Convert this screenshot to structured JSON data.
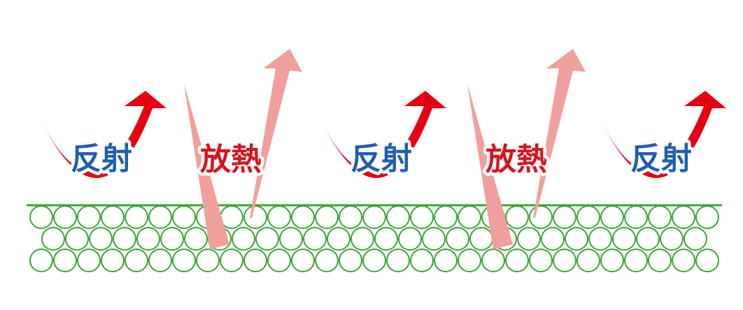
{
  "labels": {
    "reflect": "反射",
    "radiate": "放熱"
  },
  "colors": {
    "reflect_arrow": "#e60012",
    "reflect_text": "#1f5fae",
    "radiate_arrow": "#f0a09c",
    "radiate_text": "#d7141e",
    "fiber_stroke": "#3aa535",
    "background": "#ffffff"
  },
  "diagram": {
    "sequence": [
      "reflect",
      "radiate",
      "reflect",
      "radiate",
      "reflect"
    ],
    "fiber_rows": 3
  }
}
